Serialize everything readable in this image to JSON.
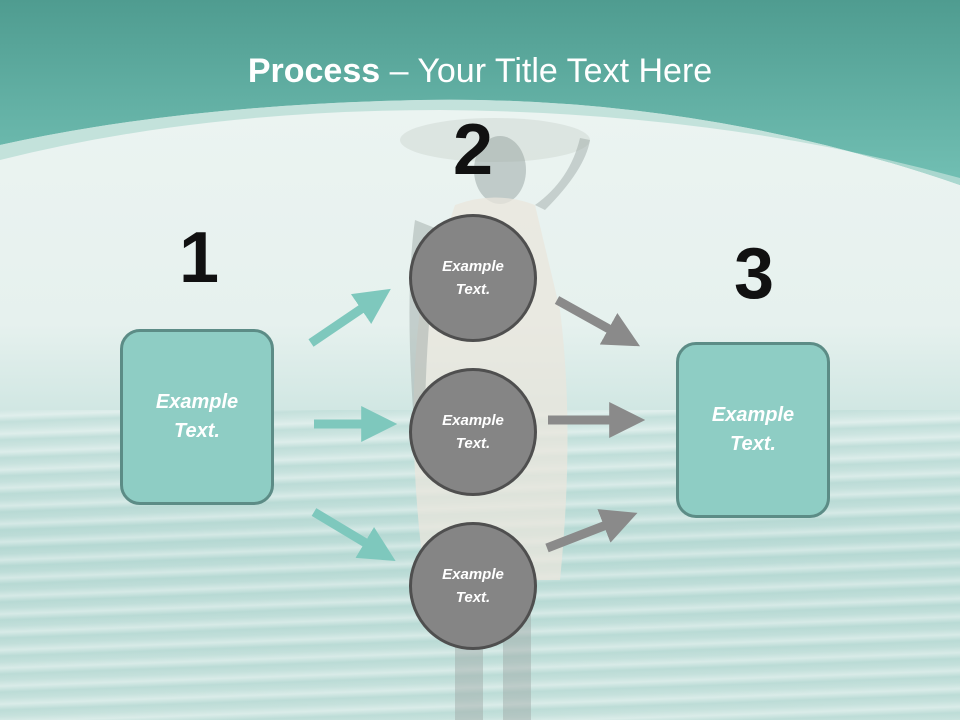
{
  "title": {
    "bold": "Process",
    "rest": " – Your Title Text Here"
  },
  "steps": {
    "one": {
      "number": "1",
      "line1": "Example",
      "line2": "Text."
    },
    "two": {
      "number": "2",
      "circles": [
        {
          "line1": "Example",
          "line2": "Text."
        },
        {
          "line1": "Example",
          "line2": "Text."
        },
        {
          "line1": "Example",
          "line2": "Text."
        }
      ]
    },
    "three": {
      "number": "3",
      "line1": "Example",
      "line2": "Text."
    }
  },
  "colors": {
    "teal": "#6dbdb1",
    "box_fill": "#8ecdc4",
    "circle_fill": "#858585",
    "arrow_teal": "#7ec8bd",
    "arrow_gray": "#8a8a8a"
  }
}
